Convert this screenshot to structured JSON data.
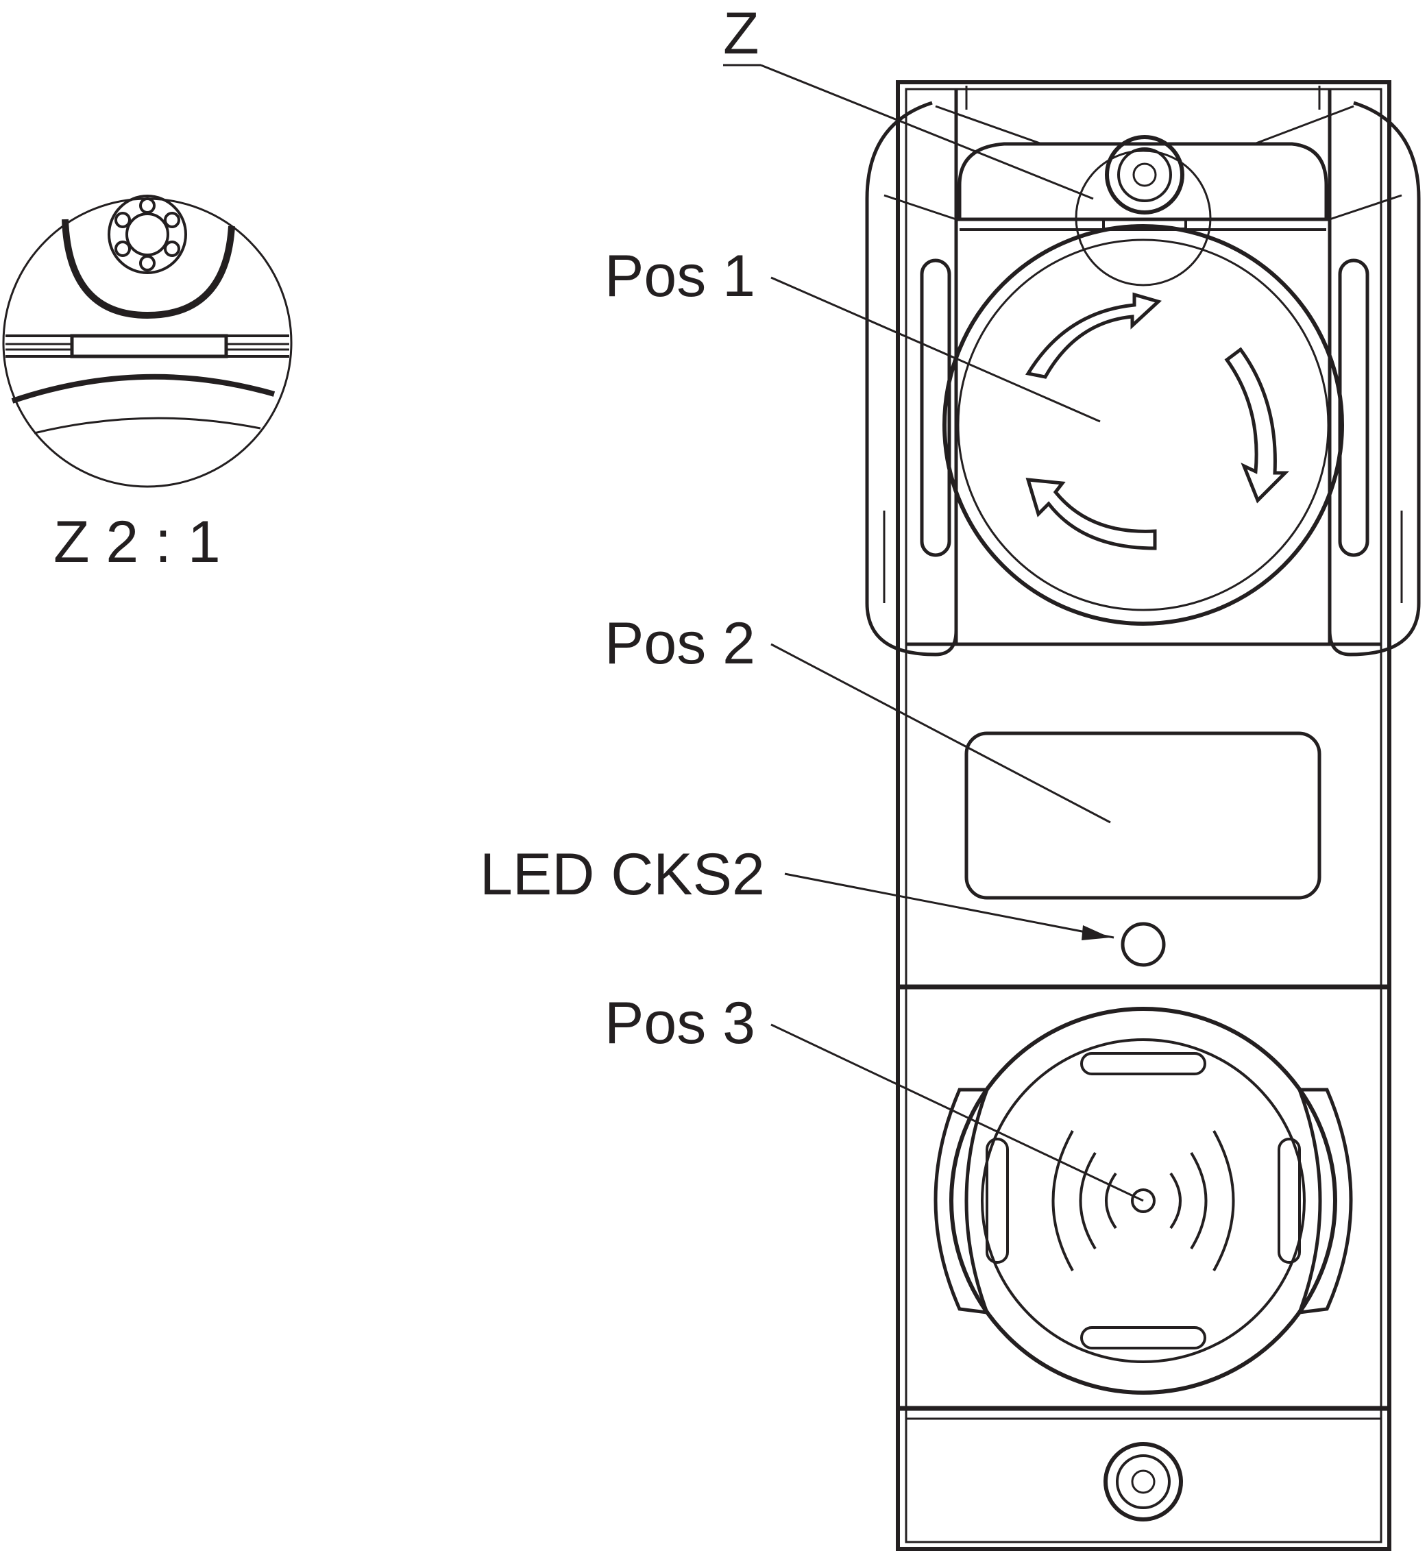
{
  "labels": {
    "detail_ref": "Z",
    "pos1": "Pos 1",
    "pos2": "Pos 2",
    "led": "LED CKS2",
    "pos3": "Pos 3",
    "detail_caption": "Z 2 : 1"
  },
  "colors": {
    "line": "#231f20",
    "background": "#ffffff"
  }
}
